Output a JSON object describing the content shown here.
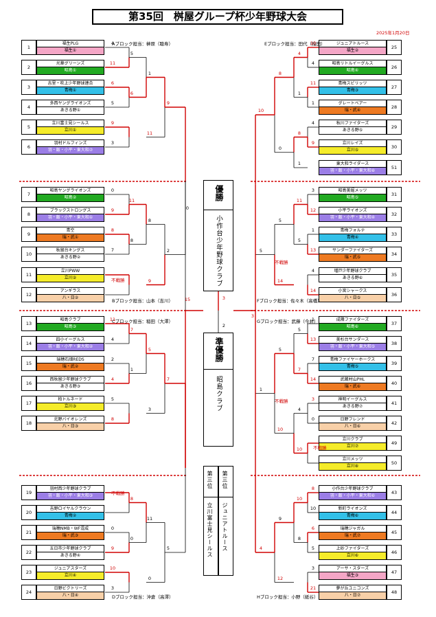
{
  "title": "第35回　桝屋グループ杯少年野球大会",
  "date": "2025年1月20日",
  "blocks": {
    "A": "Aブロック担当：榊原（聴寿）",
    "B": "Bブロック担当：山本（吉川）",
    "C": "Cブロック担当：稲田（大澤）",
    "D": "Dブロック担当：沖倉（高澤）",
    "E": "Eブロック担当：田代（指田）",
    "F": "Fブロック担当：佐々木（高橋）",
    "G": "Gブロック担当：武藤（今井）",
    "H": "Hブロック担当：小野（紙谷）"
  },
  "colors": {
    "pink": "#f4a6c6",
    "green": "#22aa22",
    "cyan": "#33c0e8",
    "orange": "#ee7a22",
    "yellow": "#f5ec2a",
    "purple": "#9b7ee6",
    "peach": "#f8d0a8",
    "white": "#ffffff",
    "red": "#d00000"
  },
  "teams_left": [
    {
      "no": "1",
      "name": "福生PLG",
      "city": "福生①",
      "color": "pink"
    },
    {
      "no": "2",
      "name": "光華グリーンズ",
      "city": "昭島①",
      "color": "green"
    },
    {
      "no": "3",
      "name": "吉里・吹上少年野球連合",
      "city": "青梅①",
      "color": "cyan"
    },
    {
      "no": "4",
      "name": "多西ヤングライオンズ",
      "city": "あきる野①",
      "color": "white"
    },
    {
      "no": "5",
      "name": "立川富士見シールス",
      "city": "立川①",
      "color": "yellow"
    },
    {
      "no": "6",
      "name": "羽村ドルフィンズ",
      "city": "羽・飯・小平・東大和⑦",
      "color": "purple"
    },
    {
      "no": "7",
      "name": "昭島ヤングライオンズ",
      "city": "昭島②",
      "color": "green"
    },
    {
      "no": "8",
      "name": "ブラックストロングス",
      "city": "羽・飯・小平・東大和①",
      "color": "purple"
    },
    {
      "no": "9",
      "name": "青空",
      "city": "瑞・武①",
      "color": "orange"
    },
    {
      "no": "10",
      "name": "秋留台キングス",
      "city": "あきる野②",
      "color": "white"
    },
    {
      "no": "11",
      "name": "立川PWW",
      "city": "立川②",
      "color": "yellow"
    },
    {
      "no": "12",
      "name": "アンギラス",
      "city": "八・日②",
      "color": "peach"
    },
    {
      "no": "13",
      "name": "昭島クラブ",
      "city": "昭島③",
      "color": "green"
    },
    {
      "no": "14",
      "name": "四小イーグルス",
      "city": "羽・飯・小平・東大和②",
      "color": "purple"
    },
    {
      "no": "15",
      "name": "瑞穂石畑REDS",
      "city": "瑞・武②",
      "color": "orange"
    },
    {
      "no": "16",
      "name": "西秋留少年野球クラブ",
      "city": "あきる野③",
      "color": "white"
    },
    {
      "no": "17",
      "name": "柏トルネード",
      "city": "立川③",
      "color": "yellow"
    },
    {
      "no": "18",
      "name": "北野バイオレンズ",
      "city": "八・日③",
      "color": "peach"
    },
    {
      "no": "19",
      "name": "羽村西少年野球クラブ",
      "city": "羽・飯・小平・東大和③",
      "color": "purple"
    },
    {
      "no": "20",
      "name": "吉野ロイヤルクラウン",
      "city": "青梅②",
      "color": "cyan"
    },
    {
      "no": "21",
      "name": "瑞穂NMB・WF混成",
      "city": "瑞・武③",
      "color": "orange"
    },
    {
      "no": "22",
      "name": "五日市少年野球クラブ",
      "city": "あきる野④",
      "color": "white"
    },
    {
      "no": "23",
      "name": "ジュニアスターズ",
      "city": "立川④",
      "color": "yellow"
    },
    {
      "no": "24",
      "name": "日野ビクトリーズ",
      "city": "八・日④",
      "color": "peach"
    }
  ],
  "teams_right": [
    {
      "no": "25",
      "name": "ジュニアトルース",
      "city": "福生②",
      "color": "pink"
    },
    {
      "no": "26",
      "name": "昭島リトルイーグルス",
      "city": "昭島④",
      "color": "green"
    },
    {
      "no": "27",
      "name": "青梅スピリッツ",
      "city": "青梅③",
      "color": "cyan"
    },
    {
      "no": "28",
      "name": "グレートベアー",
      "city": "瑞・武④",
      "color": "orange"
    },
    {
      "no": "29",
      "name": "秋川ファイターズ",
      "city": "あきる野⑤",
      "color": "white"
    },
    {
      "no": "30",
      "name": "立川レイズ",
      "city": "立川⑤",
      "color": "yellow"
    },
    {
      "no": "51",
      "name": "東大和ライダース",
      "city": "羽・飯・小平・東大和⑧",
      "color": "purple"
    },
    {
      "no": "31",
      "name": "昭島美堀メッツ",
      "city": "昭島⑤",
      "color": "green"
    },
    {
      "no": "32",
      "name": "小平ライオンズ",
      "city": "羽・飯・小平・東大和④",
      "color": "purple"
    },
    {
      "no": "33",
      "name": "青梅フォルテ",
      "city": "青梅④",
      "color": "cyan"
    },
    {
      "no": "34",
      "name": "サンダーファイターズ",
      "city": "瑞・武⑤",
      "color": "orange"
    },
    {
      "no": "35",
      "name": "増戸少年野球クラブ",
      "city": "あきる野⑥",
      "color": "white"
    },
    {
      "no": "36",
      "name": "小宮シャークス",
      "city": "八・日⑤",
      "color": "peach"
    },
    {
      "no": "37",
      "name": "成隣ファイターズ",
      "city": "昭島⑥",
      "color": "green"
    },
    {
      "no": "38",
      "name": "美杉台サンダース",
      "city": "羽・飯・小平・東大和⑤",
      "color": "purple"
    },
    {
      "no": "39",
      "name": "青梅ファイヤーホークス",
      "city": "青梅⑤",
      "color": "cyan"
    },
    {
      "no": "40",
      "name": "武蔵村山PHL",
      "city": "瑞・武⑥",
      "color": "orange"
    },
    {
      "no": "41",
      "name": "神明イーグルス",
      "city": "あきる野⑦",
      "color": "white"
    },
    {
      "no": "42",
      "name": "日野フレンド",
      "city": "八・日⑥",
      "color": "peach"
    },
    {
      "no": "49",
      "name": "立川クラブ",
      "city": "立川⑦",
      "color": "yellow"
    },
    {
      "no": "50",
      "name": "立川メッツ",
      "city": "立川⑧",
      "color": "yellow"
    },
    {
      "no": "43",
      "name": "小作台少年野球クラブ",
      "city": "羽・飯・小平・東大和⑥",
      "color": "purple"
    },
    {
      "no": "44",
      "name": "新町ライオンズ",
      "city": "青梅⑥",
      "color": "cyan"
    },
    {
      "no": "45",
      "name": "瑞穂ジャガル",
      "city": "瑞・武⑦",
      "color": "orange"
    },
    {
      "no": "46",
      "name": "上砂ファイターズ",
      "city": "立川⑥",
      "color": "yellow"
    },
    {
      "no": "47",
      "name": "アーサ・スターズ",
      "city": "福生③",
      "color": "pink"
    },
    {
      "no": "48",
      "name": "夢が丘ユニコンズ",
      "city": "八・日⑦",
      "color": "peach"
    }
  ],
  "champion": {
    "heading": "優勝",
    "team": "小作台少年野球クラブ"
  },
  "runner_up": {
    "heading": "準優勝",
    "team": "昭島クラブ"
  },
  "third": [
    {
      "heading": "第三位",
      "team": "立川富士見シールス"
    },
    {
      "heading": "第三位",
      "team": "ジュニアトルース"
    }
  ],
  "forfeit": "不戦勝",
  "scores": {
    "l1": [
      {
        "a": "4",
        "b": "11"
      },
      {
        "a": "6",
        "b": "5"
      },
      {
        "a": "9",
        "b": "3"
      },
      {
        "a": "0",
        "b": "9"
      },
      {
        "a": "8",
        "b": "7"
      },
      {
        "a": "",
        "b": ""
      },
      {
        "a": "11",
        "b": "4"
      },
      {
        "a": "2",
        "b": "4"
      },
      {
        "a": "",
        "b": "8"
      },
      {
        "a": "",
        "b": "10"
      },
      {
        "a": "5",
        "b": "3"
      },
      {
        "a": "0",
        "b": "10"
      }
    ],
    "l2": [
      {
        "a": "5",
        "b": "6"
      },
      {
        "a": "1",
        "b": ""
      },
      {
        "a": "11",
        "b": "8"
      },
      {
        "a": "",
        "b": ""
      },
      {
        "a": "7",
        "b": "1"
      },
      {
        "a": "5",
        "b": ""
      },
      {
        "a": "8",
        "b": "0"
      },
      {
        "a": "11",
        "b": "0"
      }
    ],
    "l3": [
      {
        "a": "11",
        "b": "3"
      },
      {
        "a": "11",
        "b": "9"
      },
      {
        "a": "5",
        "b": "8"
      },
      {
        "a": "8",
        "b": "9"
      },
      {
        "a": "7",
        "b": "5"
      },
      {
        "a": "4",
        "b": ""
      },
      {
        "a": "0",
        "b": "3"
      },
      {
        "a": "",
        "b": ""
      }
    ],
    "l4": [
      {
        "a": "9",
        "b": "2"
      },
      {
        "a": "8",
        "b": "9"
      },
      {
        "a": "5",
        "b": "7"
      },
      {
        "a": "11",
        "b": "7"
      }
    ],
    "l5": [
      {
        "a": "0",
        "b": "15"
      },
      {
        "a": "0",
        "b": "15"
      }
    ],
    "final": {
      "left": "3",
      "right": "3",
      "mid": "2"
    },
    "r1": [
      {
        "a": "10",
        "b": "4"
      },
      {
        "a": "1",
        "b": "11"
      },
      {
        "a": "4",
        "b": "9"
      },
      {
        "a": "1",
        "b": ""
      },
      {
        "a": "12",
        "b": "5"
      },
      {
        "a": "1",
        "b": "13"
      },
      {
        "a": "4",
        "b": "14"
      },
      {
        "a": "1",
        "b": "13"
      },
      {
        "a": "7",
        "b": "14"
      },
      {
        "a": "3",
        "b": "6"
      },
      {
        "a": "8",
        "b": "10"
      },
      {
        "a": "6",
        "b": "5"
      },
      {
        "a": "3",
        "b": "21"
      }
    ],
    "r2": [
      {
        "a": "4",
        "b": "0"
      },
      {
        "a": "8",
        "b": "1"
      },
      {
        "a": "5",
        "b": "10"
      },
      {
        "a": "5",
        "b": "1"
      },
      {
        "a": "4",
        "b": "0"
      },
      {
        "a": "0",
        "b": "9"
      },
      {
        "a": "10",
        "b": "12"
      }
    ],
    "r3": [
      {
        "a": "8",
        "b": "0"
      },
      {
        "a": "5",
        "b": "4"
      },
      {
        "a": "9",
        "b": "1"
      },
      {
        "a": "10",
        "b": "4"
      }
    ],
    "r4": [
      {
        "a": "10",
        "b": "5"
      },
      {
        "a": "1",
        "b": "4"
      }
    ],
    "r5": [
      {
        "a": "",
        "b": ""
      }
    ]
  }
}
